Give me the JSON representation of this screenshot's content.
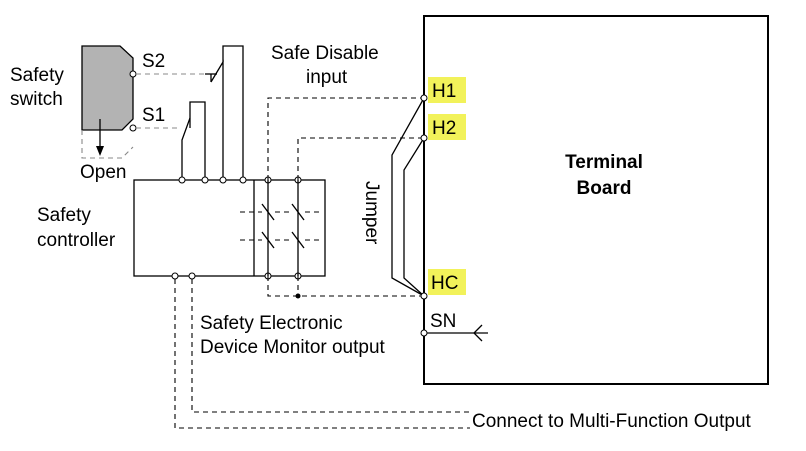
{
  "labels": {
    "safety_switch_line1": "Safety",
    "safety_switch_line2": "switch",
    "s2": "S2",
    "s1": "S1",
    "open": "Open",
    "safe_disable_line1": "Safe Disable",
    "safe_disable_line2": "input",
    "safety_controller_line1": "Safety",
    "safety_controller_line2": "controller",
    "jumper": "Jumper",
    "terminal_board_line1": "Terminal",
    "terminal_board_line2": "Board",
    "h1": "H1",
    "h2": "H2",
    "hc": "HC",
    "sn": "SN",
    "edm_line1": "Safety Electronic",
    "edm_line2": "Device Monitor output",
    "connect_mfo": "Connect to Multi-Function Output"
  },
  "colors": {
    "terminal_highlight": "#f2f25a",
    "switch_fill": "#b3b3b3",
    "line": "#000000"
  }
}
